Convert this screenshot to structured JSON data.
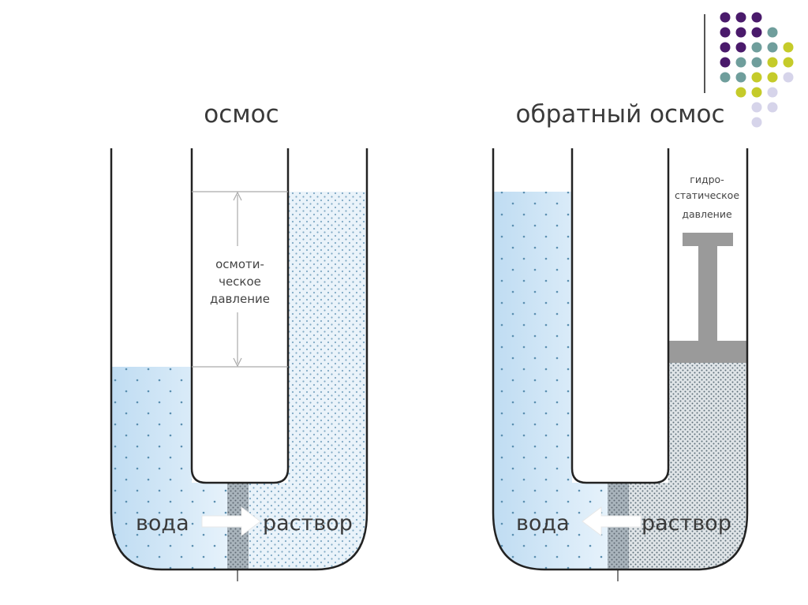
{
  "diagram": {
    "left": {
      "title": "осмос",
      "pressure_label": [
        "осмоти-",
        "ческое",
        "давление"
      ],
      "water_label": "вода",
      "solution_label": "раствор"
    },
    "right": {
      "title": "обратный осмос",
      "pressure_label": [
        "гидро-",
        "статическое",
        "давление"
      ],
      "water_label": "вода",
      "solution_label": "раствор"
    }
  },
  "decoration": {
    "dot_colors": {
      "purple": "#4a1a6b",
      "teal": "#6f9e9c",
      "olive": "#c5cb2a",
      "lavender": "#d6d4ea"
    }
  }
}
